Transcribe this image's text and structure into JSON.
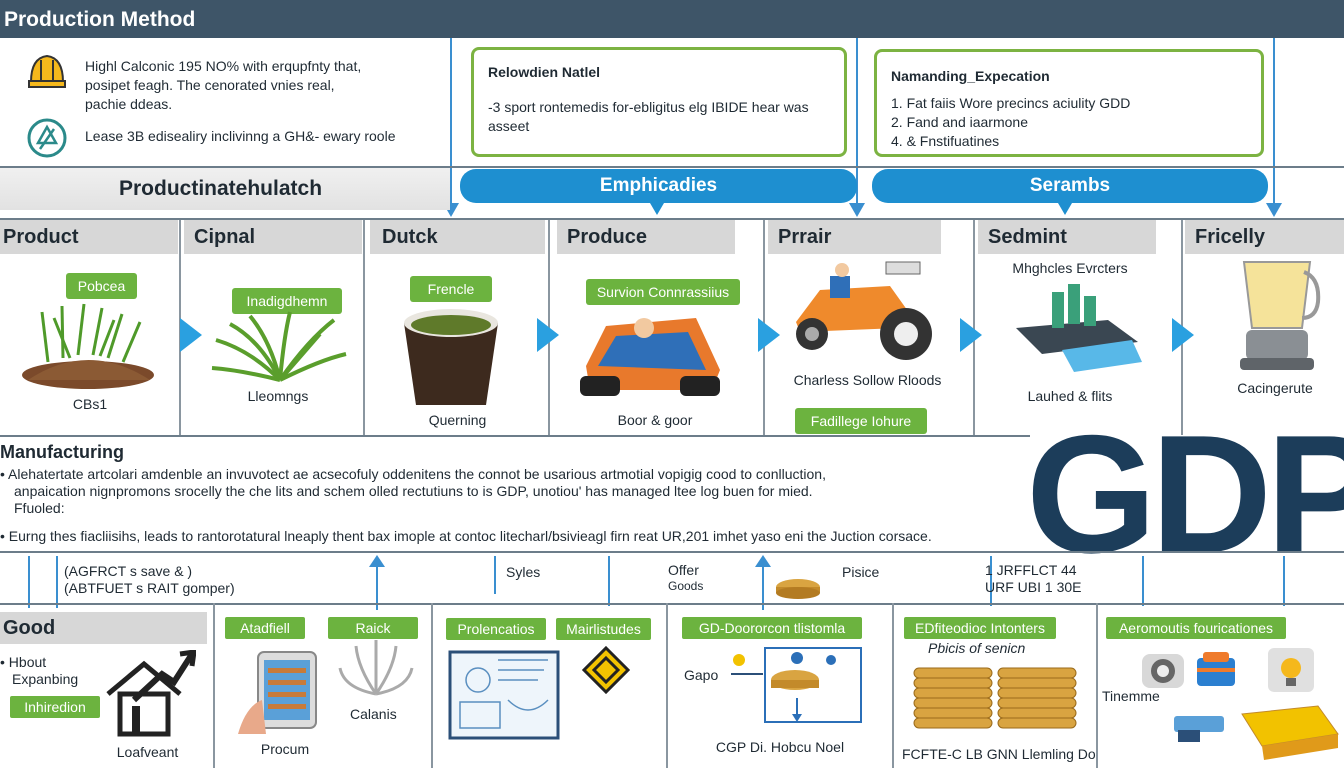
{
  "title": "Production Method",
  "intro": {
    "line1": "Highl Calconic 195 NO% with erqupfnty that,",
    "line2": "posipet feagh.  The cenorated vnies real,",
    "line3": "pachie ddeas.",
    "line4": "Lease 3B edisealiry inclivinng a GH&- ewary roole"
  },
  "box1": {
    "heading": "Relowdien Natlel",
    "body": "-3 sport rontemedis for-ebligitus elg IBIDE hear was asseet"
  },
  "box2": {
    "heading": "Namanding_Expecation",
    "items": [
      "1.  Fat faiis Wore precincs aciulity GDD",
      "2.  Fand and iaarmone",
      "4.  & Fnstifuatines"
    ]
  },
  "band": {
    "label": "Productinatehulatch",
    "pill1": "Emphicadies",
    "pill2": "Serambs"
  },
  "steps": [
    {
      "head": "Product",
      "label": "Pobcea",
      "caption": "CBs1"
    },
    {
      "head": "Cipnal",
      "label": "Inadigdhemn",
      "caption": "Lleomngs"
    },
    {
      "head": "Dutck",
      "label": "Frencle",
      "caption": "Querning"
    },
    {
      "head": "Produce",
      "label": "Survion Connrassiius",
      "caption": "Boor & goor"
    },
    {
      "head": "Prrair",
      "label": "Fadillege Iohure",
      "caption": "Charless Sollow Rloods"
    },
    {
      "head": "Sedmint",
      "label": "",
      "top_caption": "Mhghcles Evrcters",
      "caption": "Lauhed & flits"
    },
    {
      "head": "Fricelly",
      "label": "",
      "caption": "Cacingerute"
    }
  ],
  "tractor_tag": "",
  "manufacturing": {
    "title": "Manufacturing",
    "b1a": "• Alehatertate artcolari amdenble an invuvotect ae acsecofuly oddenitens the connot be usarious artmotial vopigig cood to conlluction,",
    "b1b": "anpaication nignpromons srocelly the che lits and schem olled rectutiuns to is GDP, unotiou' has managed ltee log buen for mied.",
    "b1c": "Ffuoled:",
    "b2": "• Eurng thes fiacliisihs, leads to rantorotatural lneaply thent bax imople at contoc litecharl/bsivieagl firn reat UR,201 imhet yaso eni the Juction corsace."
  },
  "gdp": "GDP",
  "mid": {
    "note1a": "(AGFRCT s save &  )",
    "note1b": "(ABTFUET s RAIT gomper)",
    "syles": "Syles",
    "offer": "Offer",
    "goods": "Goods",
    "pisice": "Pisice",
    "code1": "1 JRFFLCT 44",
    "code2": "URF UBI 1 30E"
  },
  "bottom": {
    "good_head": "Good",
    "good_b1": "• Hbout",
    "good_b2": "Expanbing",
    "good_label": "Inhiredion",
    "good_caption": "Loafveant",
    "c2_l1": "Atadfiell",
    "c2_l2": "Raick",
    "c2_cap1": "Calanis",
    "c2_cap2": "Procum",
    "c3_l1": "Prolencatios",
    "c3_l2": "Mairlistudes",
    "c4_l1": "GD-Doororcon tlistomla",
    "c4_cap1": "Gapo",
    "c4_cap2": "CGP Di. Hobcu Noel",
    "c5_l1": "EDfiteodioc Intonters",
    "c5_cap1": "Pbicis of senicn",
    "c5_cap2": "FCFTE-C LB GNN Llemling Do",
    "c6_l1": "Aeromoutis fouricationes",
    "c6_cap1": "Tinemme"
  }
}
